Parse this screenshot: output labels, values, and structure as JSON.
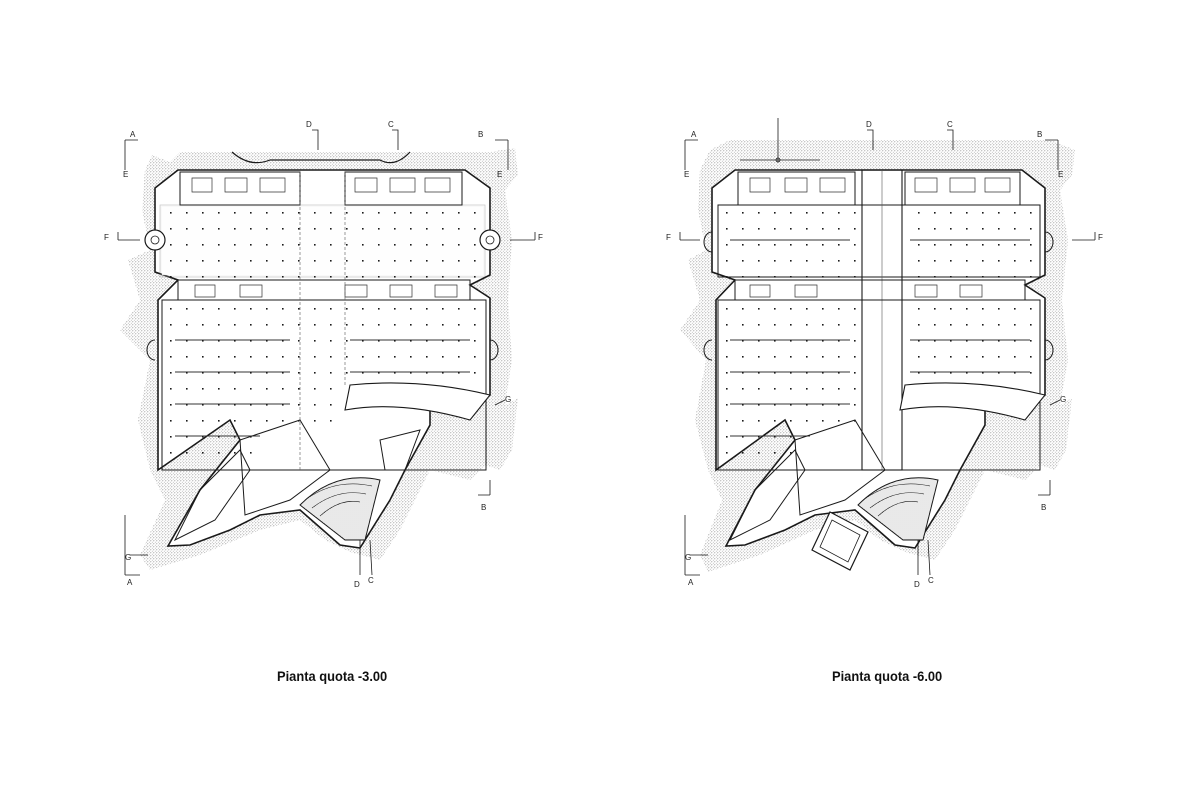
{
  "colors": {
    "ink": "#1a1a1a",
    "hatch": "#9a9a9a",
    "paper": "#ffffff"
  },
  "plans": [
    {
      "caption": "Pianta quota -3.00",
      "sections": {
        "a1": "A",
        "a2": "A",
        "b1": "B",
        "b2": "B",
        "c1": "C",
        "c2": "C",
        "d1": "D",
        "d2": "D",
        "e1": "E",
        "e2": "E",
        "f1": "F",
        "f2": "F",
        "g1": "G",
        "g2": "G"
      }
    },
    {
      "caption": "Pianta quota -6.00",
      "sections": {
        "a1": "A",
        "a2": "A",
        "b1": "B",
        "b2": "B",
        "c1": "C",
        "c2": "C",
        "d1": "D",
        "d2": "D",
        "e1": "E",
        "e2": "E",
        "f1": "F",
        "f2": "F",
        "g1": "G",
        "g2": "G"
      }
    }
  ]
}
